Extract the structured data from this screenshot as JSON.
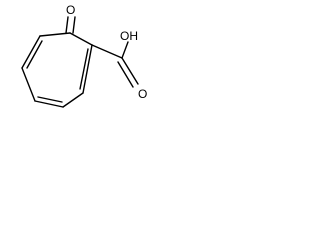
{
  "molecule": {
    "atoms": {
      "ketone_oxygen": "O",
      "hydroxyl": "OH",
      "carbonyl_oxygen": "O"
    }
  },
  "colors": {
    "background": "#ffffff",
    "ink": "#000000"
  }
}
